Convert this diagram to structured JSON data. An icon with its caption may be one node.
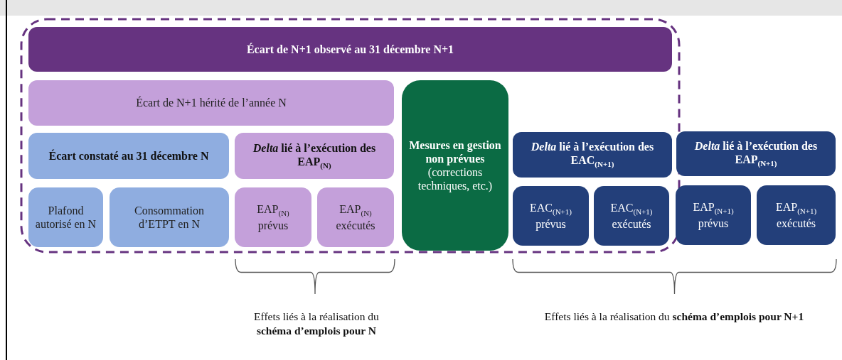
{
  "diagram": {
    "nodes": [
      {
        "text": [
          "Écart de N+1 observé au 31 décembre N+1"
        ]
      },
      {
        "text": [
          "Écart de N+1 hérité de l’année N"
        ]
      },
      {
        "text": [
          "Mesures en gestion non prévues",
          "(corrections techniques, etc.)"
        ]
      },
      {
        "text": [
          "Écart constaté au 31 décembre N"
        ]
      },
      {
        "text": [
          "*Delta* lié à l’exécution des EAP$_{(N)}$"
        ]
      },
      {
        "text": [
          "*Delta* lié à l’exécution des EAC$_{(N+1)}$"
        ]
      },
      {
        "text": [
          "*Delta* lié à l’exécution des EAP$_{(N+1)}$"
        ]
      },
      {
        "text": [
          "Plafond autorisé en N"
        ]
      },
      {
        "text": [
          "Consommation d’ETPT en N"
        ]
      },
      {
        "text": [
          "EAP$_{(N)}$ prévus"
        ]
      },
      {
        "text": [
          "EAP$_{(N)}$ exécutés"
        ]
      },
      {
        "text": [
          "EAC$_{(N+1)}$ prévus"
        ]
      },
      {
        "text": [
          "EAC$_{(N+1)}$ exécutés"
        ]
      },
      {
        "text": [
          "EAP$_{(N+1)}$ prévus"
        ]
      },
      {
        "text": [
          "EAP$_{(N+1)}$ exécutés"
        ]
      }
    ],
    "labels": [
      "Effets liés à la réalisation du **schéma d’emplois pour N**",
      "Effets liés à la réalisation du **schéma d’emplois pour N+1**"
    ]
  }
}
